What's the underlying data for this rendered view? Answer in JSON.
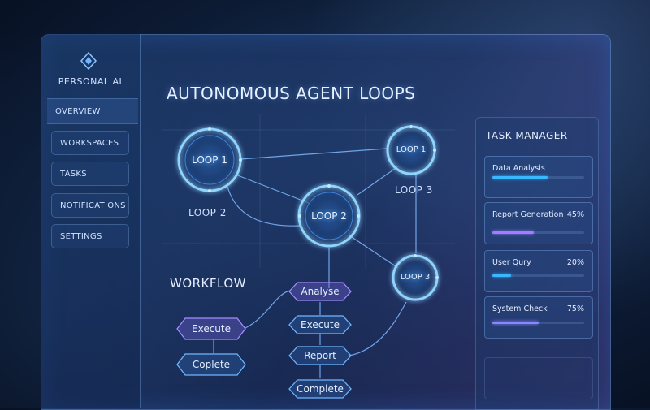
{
  "sidebar": {
    "brand": "PERSONAL AI",
    "items": [
      {
        "label": "OVERVIEW"
      },
      {
        "label": "WORKSPACES"
      },
      {
        "label": "TASKS"
      },
      {
        "label": "NOTIFICATIONS"
      },
      {
        "label": "SETTINGS"
      }
    ]
  },
  "main": {
    "title": "AUTONOMOUS AGENT LOOPS",
    "loops": [
      {
        "label": "LOOP 1"
      },
      {
        "label": "LOOP 2"
      },
      {
        "label": "LOOP 1"
      },
      {
        "label": "LOOP 3"
      }
    ],
    "loop_captions": [
      "LOOP 2",
      "LOOP 3"
    ],
    "workflow": {
      "title": "WORKFLOW",
      "nodes": [
        "Analyse",
        "Execute",
        "Execute",
        "Report",
        "Coplete",
        "Complete"
      ]
    }
  },
  "task_manager": {
    "title": "TASK MANAGER",
    "tasks": [
      {
        "name": "Data Analysis",
        "percent": "",
        "progress": 0.6,
        "color": "#39b7ff"
      },
      {
        "name": "Report Generation",
        "percent": "45%",
        "progress": 0.45,
        "color": "#a37cff"
      },
      {
        "name": "User Qury",
        "percent": "20%",
        "progress": 0.2,
        "color": "#39b7ff"
      },
      {
        "name": "System Check",
        "percent": "75%",
        "progress": 0.5,
        "color": "#8a86ff"
      }
    ]
  },
  "colors": {
    "accent": "#4aa8ff",
    "glow": "#7fd0ff",
    "purple": "#8c7cff"
  },
  "icons": {
    "brand": "diamond-logo-icon"
  }
}
